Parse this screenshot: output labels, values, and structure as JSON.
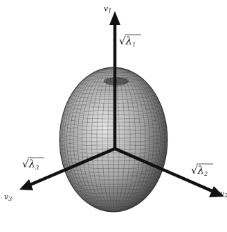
{
  "axes": {
    "v1": {
      "name": "v",
      "index": "1",
      "eigen_label": "√λ",
      "eigen_index": "1"
    },
    "v2": {
      "name": "v",
      "index": "2",
      "eigen_label": "√λ",
      "eigen_index": "2"
    },
    "v3": {
      "name": "v",
      "index": "3",
      "eigen_label": "√λ",
      "eigen_index": "3"
    }
  },
  "colors": {
    "ellipsoid_light": "#e6e6e6",
    "ellipsoid_mid": "#9a9a9a",
    "ellipsoid_dark": "#3c3c3c",
    "mesh_line": "#2b2b2b",
    "arrow": "#111111"
  }
}
